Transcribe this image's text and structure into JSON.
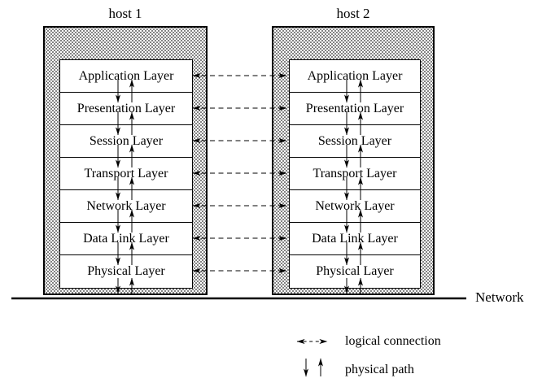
{
  "diagram": {
    "hosts": [
      {
        "title": "host 1"
      },
      {
        "title": "host 2"
      }
    ],
    "layers": [
      "Application Layer",
      "Presentation Layer",
      "Session Layer",
      "Transport Layer",
      "Network Layer",
      "Data Link Layer",
      "Physical Layer"
    ],
    "network_label": "Network",
    "legend": {
      "logical": {
        "icon": "logical-connection-arrow",
        "label": "logical connection"
      },
      "physical": {
        "icon": "physical-path-arrows",
        "label": "physical path"
      }
    },
    "colors": {
      "ink": "#000000",
      "background": "#ffffff",
      "stipple": "#5a5a5a"
    }
  }
}
